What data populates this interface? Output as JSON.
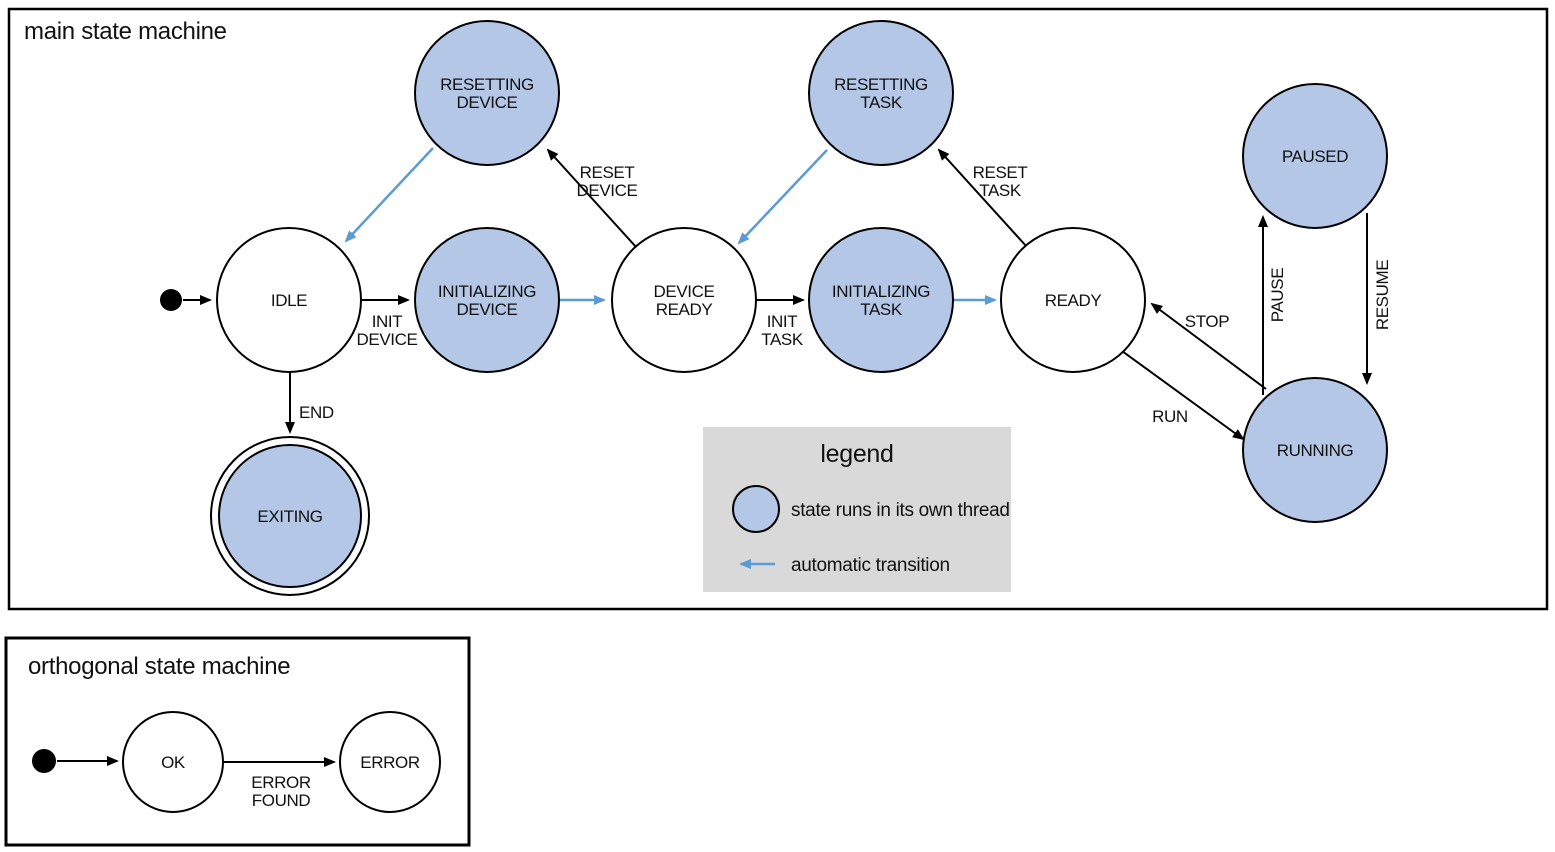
{
  "colors": {
    "thread_fill": "#b4c7e7",
    "auto_arrow": "#5b9bd5",
    "legend_bg": "#d9d9d9"
  },
  "main": {
    "title": "main state machine",
    "states": {
      "idle": {
        "label": "IDLE"
      },
      "initializing_device": {
        "line1": "INITIALIZING",
        "line2": "DEVICE"
      },
      "device_ready": {
        "line1": "DEVICE",
        "line2": "READY"
      },
      "initializing_task": {
        "line1": "INITIALIZING",
        "line2": "TASK"
      },
      "ready": {
        "label": "READY"
      },
      "resetting_device": {
        "line1": "RESETTING",
        "line2": "DEVICE"
      },
      "resetting_task": {
        "line1": "RESETTING",
        "line2": "TASK"
      },
      "paused": {
        "label": "PAUSED"
      },
      "running": {
        "label": "RUNNING"
      },
      "exiting": {
        "label": "EXITING"
      }
    },
    "transitions": {
      "init_device": {
        "line1": "INIT",
        "line2": "DEVICE"
      },
      "reset_device": {
        "line1": "RESET",
        "line2": "DEVICE"
      },
      "init_task": {
        "line1": "INIT",
        "line2": "TASK"
      },
      "reset_task": {
        "line1": "RESET",
        "line2": "TASK"
      },
      "end": {
        "label": "END"
      },
      "run": {
        "label": "RUN"
      },
      "stop": {
        "label": "STOP"
      },
      "pause": {
        "label": "PAUSE"
      },
      "resume": {
        "label": "RESUME"
      }
    },
    "legend": {
      "title": "legend",
      "thread_item": "state runs in its own thread",
      "auto_item": "automatic transition"
    }
  },
  "orthogonal": {
    "title": "orthogonal state machine",
    "states": {
      "ok": {
        "label": "OK"
      },
      "error": {
        "label": "ERROR"
      }
    },
    "transitions": {
      "error_found": {
        "line1": "ERROR",
        "line2": "FOUND"
      }
    }
  }
}
